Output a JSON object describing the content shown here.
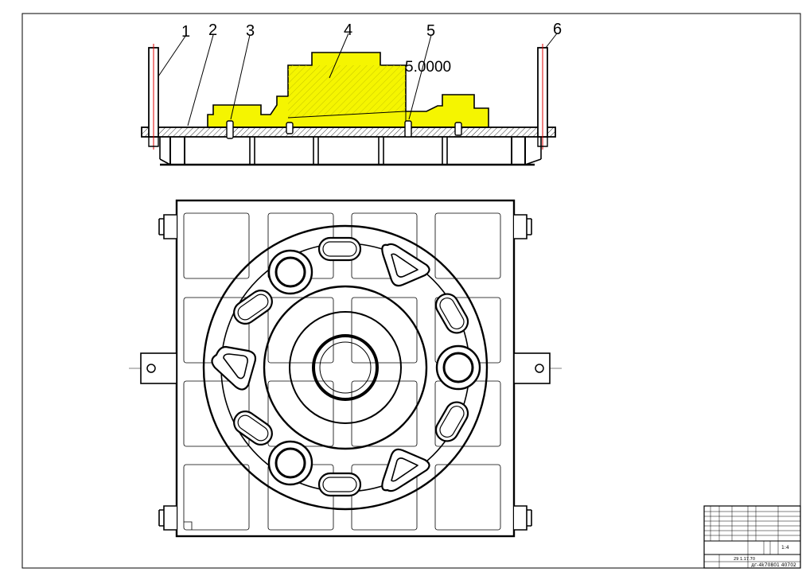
{
  "callouts": [
    {
      "id": "1",
      "label": "1"
    },
    {
      "id": "2",
      "label": "2"
    },
    {
      "id": "3",
      "label": "3"
    },
    {
      "id": "4",
      "label": "4"
    },
    {
      "id": "5",
      "label": "5"
    },
    {
      "id": "6",
      "label": "6"
    }
  ],
  "dimension_text": "5.0000",
  "title_block": {
    "drawing_number": "дг-4k70801 40702",
    "scale_value": "1:4",
    "date_value": "29 1.17.70"
  },
  "colors": {
    "line": "#000000",
    "casting_fill": "#f5f500",
    "centerline": "#e00000"
  }
}
